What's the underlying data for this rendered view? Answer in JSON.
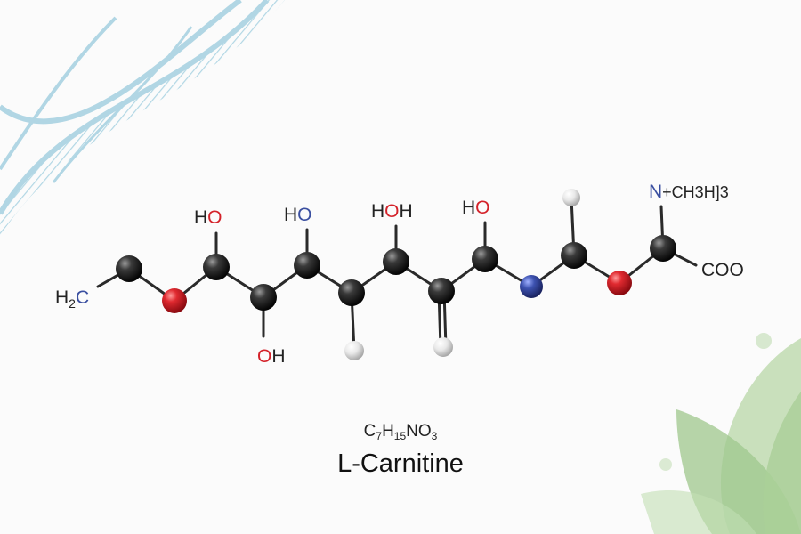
{
  "colors": {
    "background": "#fbfbfb",
    "carbon": "#1b1b1b",
    "oxygen": "#d4222a",
    "nitrogen": "#3a4fa0",
    "hydrogen": "#e4e4e4",
    "bond": "#2a2a2a",
    "dna": "#a9d3e2",
    "leaf": "#a8cf93",
    "oxygen_text": "#d4222a",
    "nitrogen_text": "#3a4fa0"
  },
  "labels": {
    "h2c": [
      "H",
      "2",
      "C"
    ],
    "ho_1": [
      "H",
      "O"
    ],
    "ho_2": [
      "H",
      "O"
    ],
    "hoh": [
      "H",
      "O",
      "H"
    ],
    "ho_3": [
      "H",
      "O"
    ],
    "oh_bottom": [
      "O",
      "H"
    ],
    "n_group": [
      "N",
      "+CH3H]3"
    ],
    "coo": "COO"
  },
  "formula": [
    "C",
    "7",
    "H",
    "15",
    "NO",
    "3"
  ],
  "title": "L-Carnitine"
}
